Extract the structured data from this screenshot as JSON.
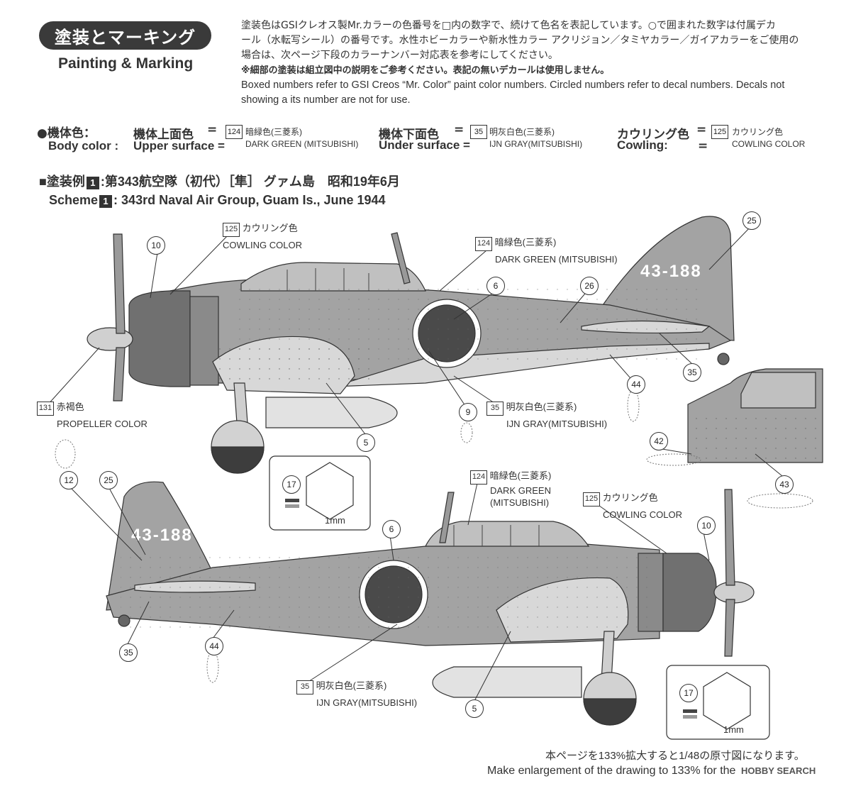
{
  "header": {
    "title_jp": "塗装とマーキング",
    "title_en": "Painting & Marking"
  },
  "intro": {
    "line1": "塗装色はGSIクレオス製Mr.カラーの色番号を□内の数字で、続けて色名を表記しています。○で囲まれた数字は付属デカ",
    "line2": "ール（水転写シール）の番号です。水性ホビーカラーや新水性カラー アクリジョン／タミヤカラー／ガイアカラーをご使用の",
    "line3": "場合は、次ページ下段のカラーナンバー対応表を参考にしてください。",
    "line4": "※細部の塗装は組立図中の説明をご参考ください。表記の無いデカールは使用しません。",
    "line5": "Boxed numbers refer to GSI Creos “Mr. Color” paint color numbers. Circled numbers refer to decal numbers. Decals not",
    "line6": "showing a its number are not for use."
  },
  "body_color": {
    "label_jp": "●機体色：",
    "label_en": "Body color :",
    "upper_jp": "機体上面色",
    "upper_en": "Upper surface =",
    "upper_num": "124",
    "upper_name_jp": "暗緑色(三菱系)",
    "upper_name_en": "DARK GREEN (MITSUBISHI)",
    "under_jp": "機体下面色",
    "under_en": "Under surface =",
    "under_num": "35",
    "under_name_jp": "明灰白色(三菱系)",
    "under_name_en": "IJN GRAY(MITSUBISHI)",
    "cowl_jp": "カウリング色",
    "cowl_en": "Cowling:",
    "cowl_num": "125",
    "cowl_name_jp": "カウリング色",
    "cowl_name_en": "COWLING COLOR",
    "eq": "=",
    "eq2": "="
  },
  "scheme": {
    "prefix_jp": "■塗装例",
    "num": "1",
    "text_jp": ":第343航空隊（初代）［隼］ グァム島　昭和19年6月",
    "prefix_en": "Scheme",
    "text_en": ": 343rd Naval Air Group, Guam Is., June 1944"
  },
  "callouts": {
    "cowl_num": "125",
    "cowl_jp": "カウリング色",
    "cowl_en": "COWLING COLOR",
    "green_num": "124",
    "green_jp": "暗緑色(三菱系)",
    "green_en": "DARK GREEN (MITSUBISHI)",
    "green_en_a": "DARK GREEN",
    "green_en_b": "(MITSUBISHI)",
    "gray_num": "35",
    "gray_jp": "明灰白色(三菱系)",
    "gray_en": "IJN GRAY(MITSUBISHI)",
    "prop_num": "131",
    "prop_jp": "赤褐色",
    "prop_en": "PROPELLER COLOR",
    "mm": "1mm"
  },
  "decals": [
    "10",
    "25",
    "6",
    "26",
    "35",
    "44",
    "9",
    "5",
    "17",
    "42",
    "43",
    "12"
  ],
  "tail_code": "43-188",
  "footer": {
    "jp": "本ページを133%拡大すると1/48の原寸図になります。",
    "en": "Make enlargement of the drawing to 133% for the 1/48 model.",
    "watermark": "HOBBY SEARCH"
  },
  "colors": {
    "dark": "#3a3a3a",
    "plane_top": "#a3a3a3",
    "plane_bottom": "#d8d8d8",
    "cowl": "#707070",
    "hinomaru": "#4a4a4a"
  }
}
